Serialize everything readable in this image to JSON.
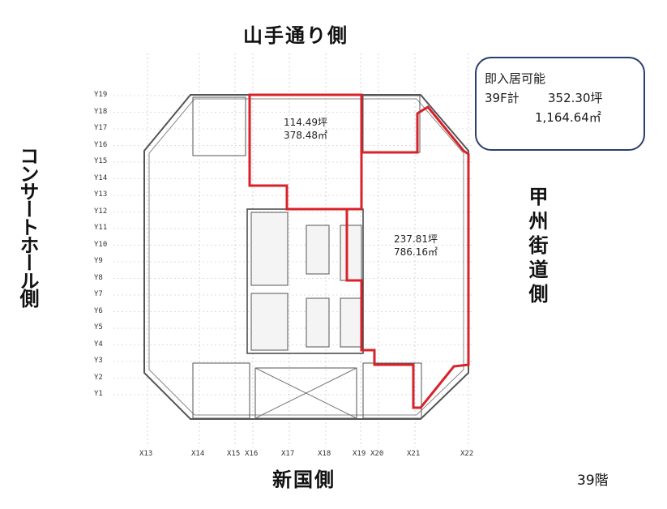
{
  "sides": {
    "top": "山手通り側",
    "bottom": "新国側",
    "left": "コンサートホール側",
    "right": "甲州街道側"
  },
  "floor_label": "39階",
  "info": {
    "title": "即入居可能",
    "floor_total_label": "39F計",
    "total_tsubo": "352.30坪",
    "total_sqm": "1,164.64㎡"
  },
  "rooms": {
    "north": {
      "tsubo": "114.49坪",
      "sqm": "378.48㎡"
    },
    "east": {
      "tsubo": "237.81坪",
      "sqm": "786.16㎡"
    }
  },
  "grid": {
    "rows": [
      "Y19",
      "Y18",
      "Y17",
      "Y16",
      "Y15",
      "Y14",
      "Y13",
      "Y12",
      "Y11",
      "Y10",
      "Y9",
      "Y8",
      "Y7",
      "Y6",
      "Y5",
      "Y4",
      "Y3",
      "Y2",
      "Y1"
    ],
    "cols": [
      "X13",
      "X14",
      "X15",
      "X16",
      "X17",
      "X18",
      "X19",
      "X20",
      "X21",
      "X22"
    ]
  },
  "colors": {
    "highlight": "#d8222a",
    "info_border": "#2c3e6f",
    "grid": "#bbbbbb",
    "wall": "#555555"
  }
}
